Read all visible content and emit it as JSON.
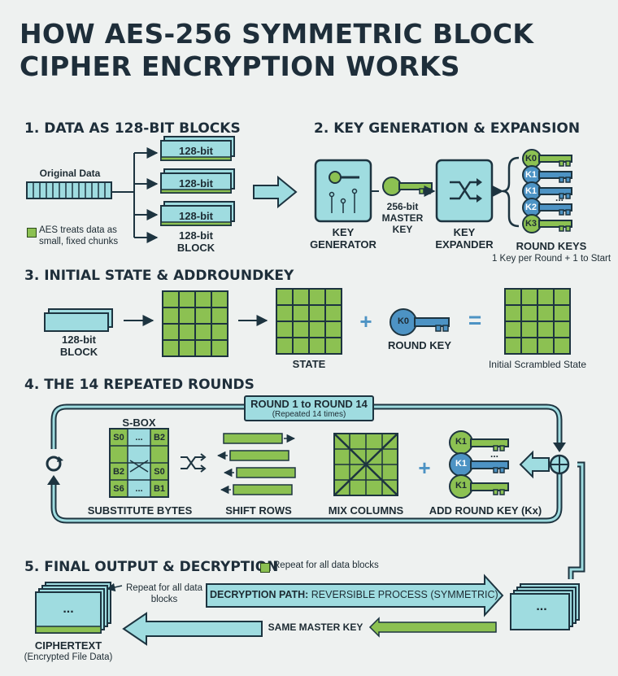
{
  "title": "HOW AES-256 SYMMETRIC BLOCK CIPHER ENCRYPTION WORKS",
  "sections": {
    "s1": "1. DATA AS 128-BIT BLOCKS",
    "s2": "2. KEY GENERATION & EXPANSION",
    "s3": "3. INITIAL STATE & ADDROUNDKEY",
    "s4": "4. THE 14 REPEATED ROUNDS",
    "s5": "5. FINAL OUTPUT & DECRYPTION"
  },
  "step1": {
    "original_data": "Original Data",
    "blocks": [
      "128-bit",
      "128-bit",
      "128-bit"
    ],
    "block_caption": "128-bit BLOCK",
    "note": "AES treats data as small, fixed chunks"
  },
  "step2": {
    "key_generator": "KEY GENERATOR",
    "master_key": "256-bit MASTER KEY",
    "key_expander": "KEY EXPANDER",
    "round_keys_title": "ROUND KEYS",
    "round_keys_sub": "1 Key per Round + 1 to Start",
    "keys": [
      "K0",
      "K1",
      "K1",
      "K2",
      "K3"
    ],
    "key_dots": "..."
  },
  "step3": {
    "block": "128-bit BLOCK",
    "state": "STATE",
    "plus": "+",
    "round_key_chip": "K0",
    "round_key": "ROUND KEY",
    "equals": "=",
    "result": "Initial Scrambled State"
  },
  "step4": {
    "banner_title": "ROUND 1 to ROUND 14",
    "banner_sub": "(Repeated 14 times)",
    "sbox_title": "S-BOX",
    "sbox_cells": [
      "S0",
      "...",
      "B2",
      "B2",
      "S0",
      "S6",
      "...",
      "B1"
    ],
    "substitute": "SUBSTITUTE BYTES",
    "shift": "SHIFT ROWS",
    "mix": "MIX COLUMNS",
    "add_round_key": "ADD ROUND KEY (Kx)",
    "keys": [
      "K1",
      "K1",
      "K1"
    ],
    "key_dots": "...",
    "plus": "+"
  },
  "step5": {
    "repeat_legend": "Repeat for all data blocks",
    "repeat_note": "Repeat for all data blocks",
    "decryption_path_bold": "DECRYPTION PATH:",
    "decryption_path_rest": "REVERSIBLE PROCESS (SYMMETRIC)",
    "same_key": "SAME MASTER KEY",
    "doc_dots": "...",
    "ciphertext": "CIPHERTEXT",
    "ciphertext_sub": "(Encrypted File Data)"
  },
  "colors": {
    "teal": "#9fdce0",
    "green": "#8cc152",
    "blue": "#4d93c4",
    "outline": "#1d3440",
    "background": "#eef1f0"
  }
}
